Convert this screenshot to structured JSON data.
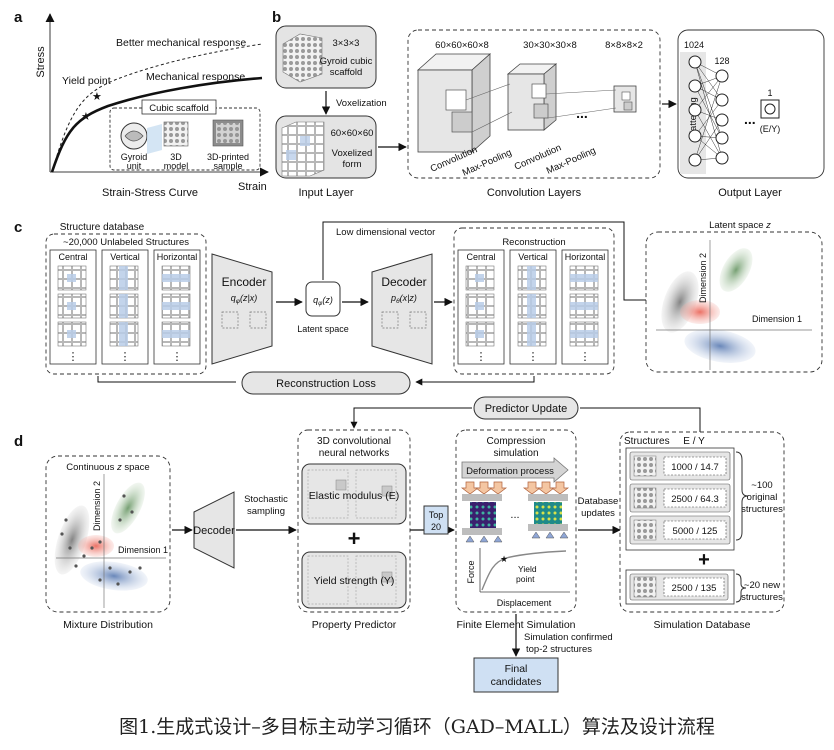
{
  "panel_a": {
    "label": "a",
    "y_axis": "Stress",
    "x_axis": "Strain",
    "better_response": "Better mechanical response",
    "mechanical_response": "Mechanical response",
    "yield_point": "Yield point",
    "cubic_scaffold": "Cubic scaffold",
    "gyroid_unit": [
      "Gyroid",
      "unit"
    ],
    "model_3d": [
      "3D",
      "model"
    ],
    "printed": [
      "3D-printed",
      "sample"
    ],
    "title": "Strain-Stress Curve"
  },
  "panel_b": {
    "label": "b",
    "unit_dims": "3×3×3",
    "unit_name": [
      "Gyroid cubic",
      "scaffold"
    ],
    "voxelization": "Voxelization",
    "voxel_dims": "60×60×60",
    "voxel_name": [
      "Voxelized",
      "form"
    ],
    "input_layer": "Input Layer",
    "conv_dims": [
      "60×60×60×8",
      "30×30×30×8",
      "8×8×8×2"
    ],
    "convolution": "Convolution",
    "max_pooling": "Max-Pooling",
    "ellipsis": "...",
    "conv_layers": "Convolution Layers",
    "flattening": "Flattening",
    "n1024": "1024",
    "n128": "128",
    "n1": "1",
    "ey": "(E/Y)",
    "output_layer": "Output Layer"
  },
  "panel_c": {
    "label": "c",
    "db_title": "Structure database",
    "unlabeled": "~20,000 Unlabeled Structures",
    "columns": [
      "Central",
      "Vertical",
      "Horizontal"
    ],
    "vdots": "⋮",
    "encoder": "Encoder",
    "encoder_fn": "q",
    "encoder_sub": "φ",
    "encoder_arg": "(z|x)",
    "latent_fn": "q",
    "latent_sub": "φ",
    "latent_arg": "(z)",
    "latent_space_label": "Latent space",
    "low_dim": "Low dimensional vector",
    "decoder": "Decoder",
    "decoder_fn": "p",
    "decoder_sub": "θ",
    "decoder_arg": "(x|z)",
    "reconstruction": "Reconstruction",
    "recon_loss": "Reconstruction Loss",
    "latent_title": "Latent space",
    "latent_z": "z",
    "dim1": "Dimension 1",
    "dim2": "Dimension 2"
  },
  "predictor_update": "Predictor Update",
  "panel_d": {
    "label": "d",
    "continuous": "Continuous",
    "space_z": "z",
    "space_word": "space",
    "dim1": "Dimension 1",
    "dim2": "Dimension 2",
    "mixture": "Mixture Distribution",
    "decoder": "Decoder",
    "stochastic": [
      "Stochastic",
      "sampling"
    ],
    "cnn_title": [
      "3D convolutional",
      "neural networks"
    ],
    "elastic": "Elastic modulus (E)",
    "plus": "+",
    "yield_strength": "Yield strength (Y)",
    "property_predictor": "Property Predictor",
    "top": [
      "Top",
      "20"
    ],
    "compression": [
      "Compression",
      "simulation"
    ],
    "deformation": "Deformation process",
    "sim_dots": "...",
    "force": "Force",
    "displacement": "Displacement",
    "yield_pt": [
      "Yield",
      "point"
    ],
    "fea": "Finite Element Simulation",
    "db_updates": [
      "Database",
      "updates"
    ],
    "structures": "Structures",
    "ey_header": "E / Y",
    "values": [
      "1000 / 14.7",
      "2500 / 64.3",
      "5000 / 125"
    ],
    "original": [
      "~100",
      "original",
      "structures"
    ],
    "plus2": "+",
    "new_value": "2500 / 135",
    "new_struct": [
      "~20 new",
      "structures"
    ],
    "sim_db": "Simulation Database",
    "confirmed": [
      "Simulation confirmed",
      "top-2 structures"
    ],
    "final": [
      "Final",
      "candidates"
    ]
  },
  "caption": "图1.生成式设计–多目标主动学习循环（GAD–MALL）算法及设计流程",
  "colors": {
    "grey_fill": "#e6e6e6",
    "blue_cell": "#b9cde8",
    "final_blue": "#cfe0f3",
    "latent_red": "#e85a4a",
    "latent_green": "#6f9c6a",
    "latent_blue": "#5c7fb8",
    "latent_grey": "#8a8a8a",
    "lattice_purple": "#3a1f6e",
    "lattice_teal": "#1f8a8a"
  }
}
